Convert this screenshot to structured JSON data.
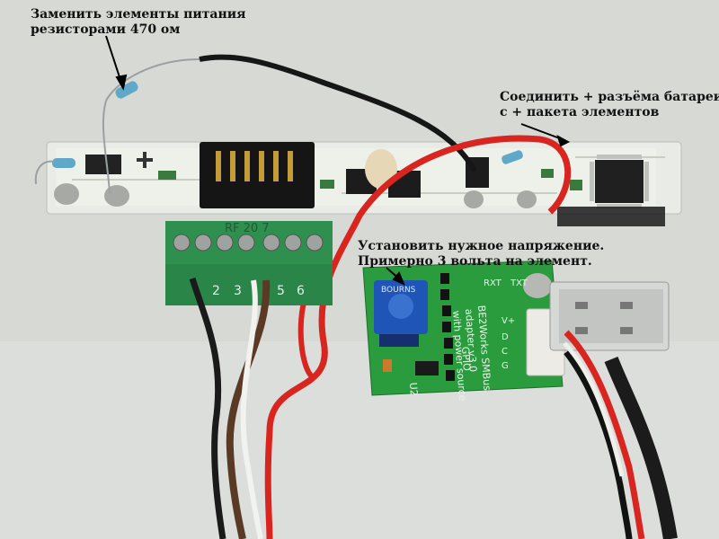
{
  "annotations": {
    "resistors": {
      "line1": "Заменить элементы питания",
      "line2": "резисторами 470 ом"
    },
    "battery": {
      "line1": "Соединить + разъёма батареи",
      "line2": "с + пакета элементов"
    },
    "voltage": {
      "line1": "Установить нужное напряжение.",
      "line2": "Примерно 3 вольта на элемент."
    }
  },
  "pcb": {
    "rf_label": "RF 20 7",
    "terminal_numbers": [
      "2",
      "3",
      "5",
      "6"
    ]
  },
  "adapter": {
    "silkscreen": [
      "BE2Works SMBus",
      "adapter v3.0",
      "with power source"
    ],
    "pin_labels": {
      "vplus": "V+",
      "gnd": "G",
      "d": "D",
      "c": "C",
      "gpio": "GPIO",
      "rxt": "RXT",
      "txt": "TXT"
    },
    "u2_label": "U2",
    "pot_label": "BOURNS"
  },
  "colors": {
    "background": "#d9dbd7",
    "battery_pcb": "#1f7a3a",
    "adapter_pcb": "#2a9c3e",
    "terminal_block": "#2e8f4e",
    "red_wire": "#d8251f",
    "black_wire": "#1a1a1a",
    "brown_wire": "#5a3a25"
  }
}
